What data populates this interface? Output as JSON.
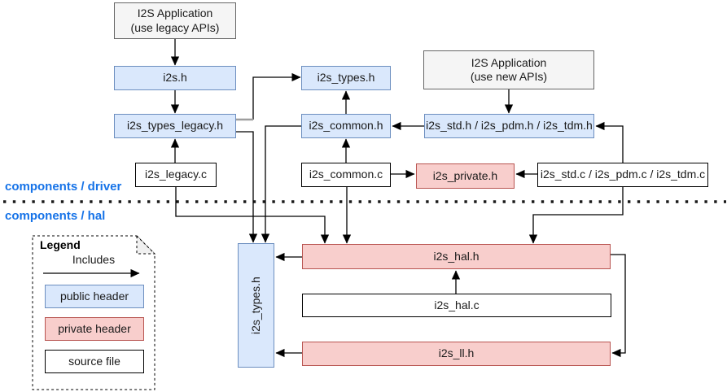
{
  "diagram": {
    "layer_labels": {
      "driver": "components / driver",
      "hal": "components / hal"
    },
    "nodes": {
      "app_legacy_line1": "I2S Application",
      "app_legacy_line2": "(use legacy APIs)",
      "i2s_h": "i2s.h",
      "i2s_types_legacy_h": "i2s_types_legacy.h",
      "i2s_legacy_c": "i2s_legacy.c",
      "i2s_types_h_driver": "i2s_types.h",
      "i2s_common_h": "i2s_common.h",
      "i2s_common_c": "i2s_common.c",
      "app_new_line1": "I2S Application",
      "app_new_line2": "(use new APIs)",
      "i2s_std_pdm_tdm_h": "i2s_std.h / i2s_pdm.h / i2s_tdm.h",
      "i2s_private_h": "i2s_private.h",
      "i2s_std_pdm_tdm_c": "i2s_std.c / i2s_pdm.c / i2s_tdm.c",
      "i2s_types_h_hal": "i2s_types.h",
      "i2s_hal_h": "i2s_hal.h",
      "i2s_hal_c": "i2s_hal.c",
      "i2s_ll_h": "i2s_ll.h"
    },
    "legend": {
      "title": "Legend",
      "arrow_label": "Includes",
      "items": [
        {
          "label": "public header",
          "type": "public"
        },
        {
          "label": "private header",
          "type": "private"
        },
        {
          "label": "source file",
          "type": "source"
        }
      ]
    },
    "colors": {
      "public_header_fill": "#DAE8FC",
      "public_header_border": "#6C8EBF",
      "private_header_fill": "#F8CECC",
      "private_header_border": "#B85450",
      "application_fill": "#F5F5F5",
      "application_border": "#666666",
      "source_file_border": "#000000",
      "layer_label_text": "#1673E8",
      "connector": "#000000"
    }
  }
}
